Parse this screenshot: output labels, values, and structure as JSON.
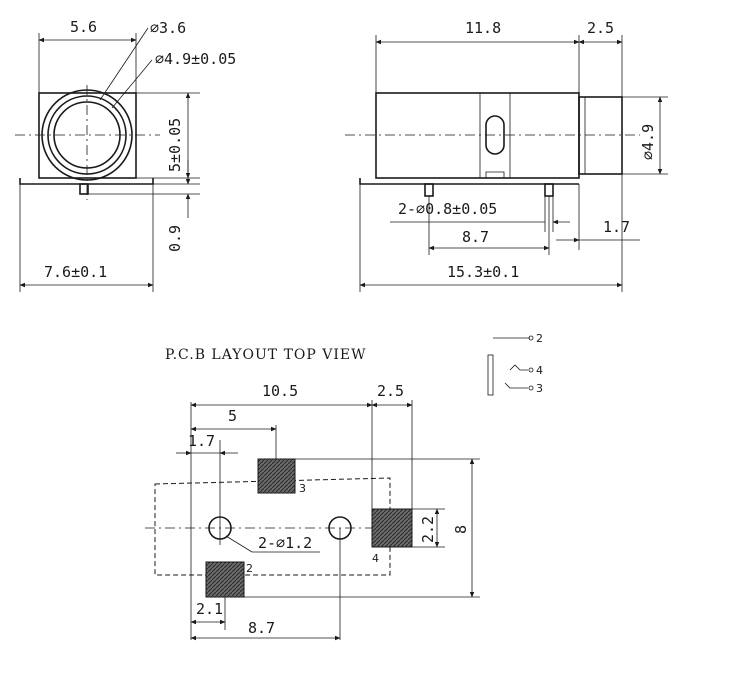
{
  "front_view": {
    "dim_width_top": "5.6",
    "dim_inner_diameter": "⌀3.6",
    "dim_outer_diameter": "⌀4.9±0.05",
    "dim_height": "5±0.05",
    "dim_pin_height": "0.9",
    "dim_base_width": "7.6±0.1"
  },
  "side_view": {
    "dim_body_length": "11.8",
    "dim_nose_length": "2.5",
    "dim_nose_diameter": "⌀4.9",
    "dim_pins": "2-⌀0.8±0.05",
    "dim_pin_pitch": "8.7",
    "dim_pin_offset": "1.7",
    "dim_total_length": "15.3±0.1"
  },
  "schematic": {
    "pin_2": "2",
    "pin_4": "4",
    "pin_3": "3"
  },
  "pcb_layout": {
    "title": "P.C.B LAYOUT TOP  VIEW",
    "dim_overall": "10.5",
    "dim_right": "2.5",
    "dim_5": "5",
    "dim_1_7": "1.7",
    "dim_2_2": "2.2",
    "dim_8": "8",
    "dim_holes": "2-⌀1.2",
    "dim_2_1": "2.1",
    "dim_8_7": "8.7",
    "pad_label_3": "3",
    "pad_label_4": "4",
    "pad_label_2": "2"
  }
}
